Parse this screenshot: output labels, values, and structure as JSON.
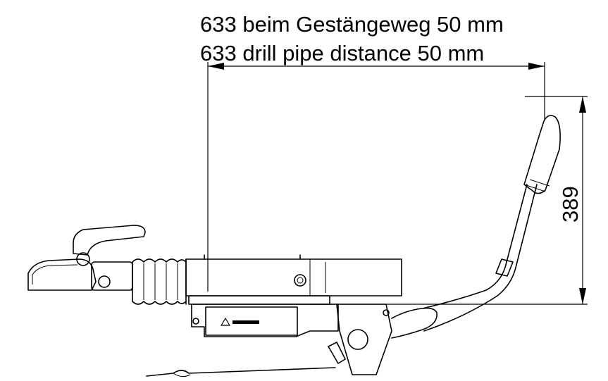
{
  "labels": {
    "line_de": "633 beim Gestängeweg 50 mm",
    "line_en": "633 drill pipe distance 50 mm",
    "height_dim": "389"
  },
  "colors": {
    "line": "#000000",
    "background": "#ffffff"
  }
}
